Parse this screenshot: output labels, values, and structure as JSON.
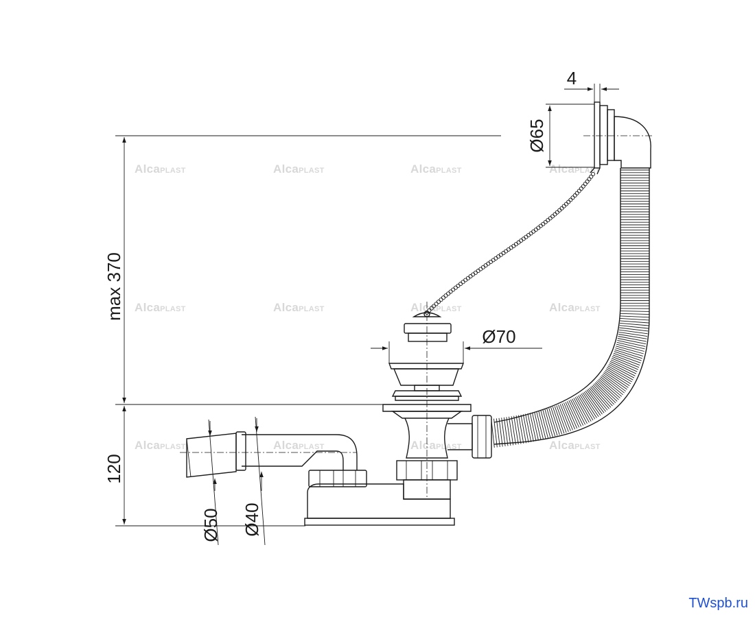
{
  "watermark": {
    "brand": "Alca",
    "suffix": "PLAST"
  },
  "dimensions": {
    "max_height": "max 370",
    "base_height": "120",
    "overflow_dia": "Ø65",
    "overflow_thickness": "4",
    "plug_dia": "Ø70",
    "outlet_outer_dia": "Ø50",
    "outlet_inner_dia": "Ø40"
  },
  "footer": {
    "site": "TWspb.ru"
  },
  "colors": {
    "line": "#1a1a1a",
    "watermark": "#d8d8d8",
    "site_link": "#1e4fd0"
  }
}
